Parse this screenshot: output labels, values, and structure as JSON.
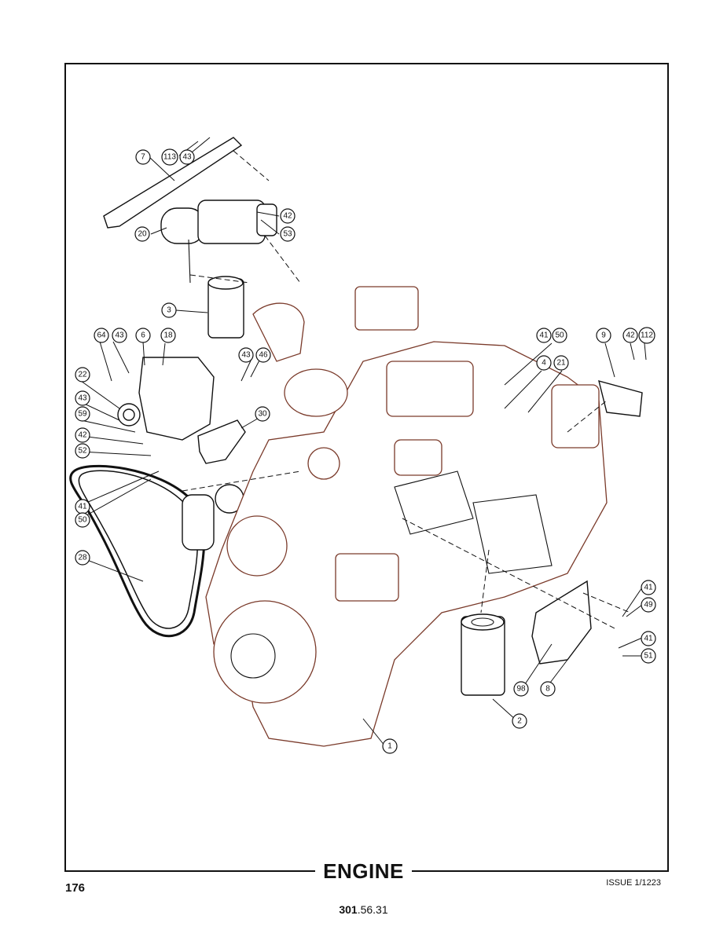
{
  "title": "ENGINE",
  "page_number": "176",
  "issue": "ISSUE 1/1223",
  "part_number_bold": "301",
  "part_number_rest": ".56.31",
  "callouts": [
    "1",
    "2",
    "3",
    "4",
    "6",
    "7",
    "8",
    "9",
    "18",
    "20",
    "21",
    "22",
    "28",
    "30",
    "41",
    "42",
    "43",
    "46",
    "49",
    "50",
    "51",
    "52",
    "53",
    "59",
    "64",
    "98",
    "112",
    "113"
  ],
  "colors": {
    "line": "#111111",
    "engine_outline": "#7a3a2a",
    "background": "#ffffff"
  }
}
